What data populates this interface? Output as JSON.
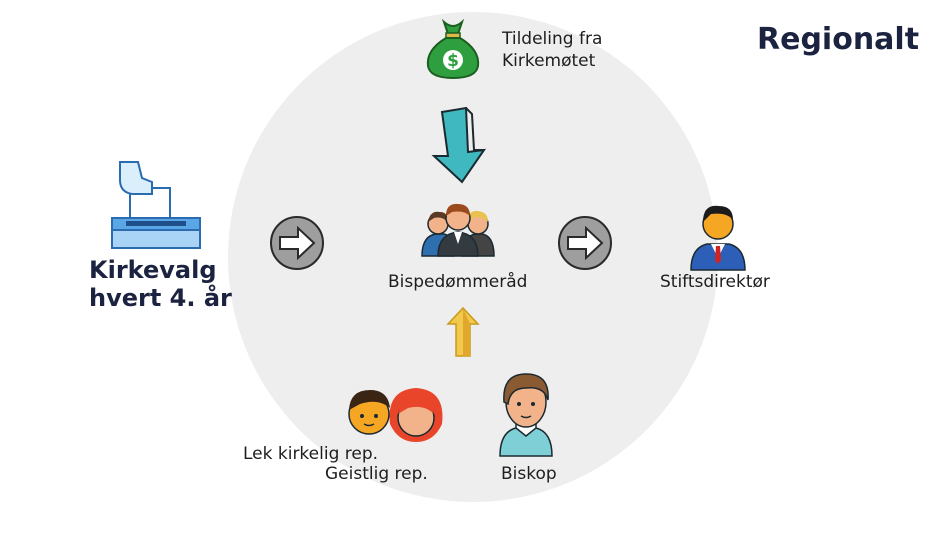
{
  "title": "Regionalt",
  "election": {
    "line1": "Kirkevalg",
    "line2": "hvert 4. år"
  },
  "funding": {
    "line1": "Tildeling fra",
    "line2": "Kirkemøtet"
  },
  "council": "Bispedømmeråd",
  "director": "Stiftsdirektør",
  "lay_rep": "Lek kirkelig rep.",
  "clergy_rep": "Geistlig rep.",
  "bishop": "Biskop",
  "colors": {
    "title": "#1c2340",
    "circle": "#eeeeee",
    "money": "#2e9e3e",
    "down_arrow": "#3fb8c0",
    "up_arrow": "#f2c94c",
    "right_arrow": "#9e9e9e"
  }
}
